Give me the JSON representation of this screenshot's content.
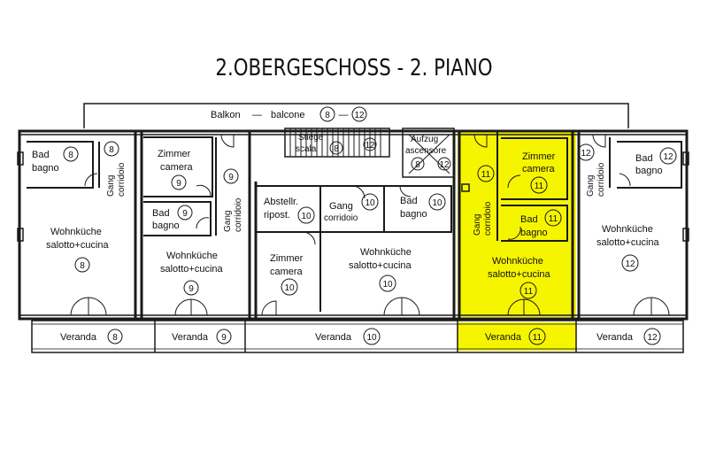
{
  "title": "2.OBERGESCHOSS - 2. PIANO",
  "colors": {
    "highlight": "#f6f500",
    "wall": "#1a1a1a",
    "background": "#ffffff"
  },
  "balcony": {
    "de": "Balkon",
    "dash": "—",
    "it": "balcone",
    "from": "8",
    "to": "12"
  },
  "stairs": {
    "de": "Stiege",
    "it": "scala",
    "from": "8",
    "to": "12"
  },
  "elevator": {
    "de": "Aufzug",
    "it": "ascensore",
    "from": "8",
    "to": "12"
  },
  "rooms": [
    {
      "id": "bad-8",
      "de": "Bad",
      "it": "bagno",
      "unit": "8"
    },
    {
      "id": "gang-8",
      "de": "Gang",
      "it": "corridoio",
      "unit": "8"
    },
    {
      "id": "wohn-8",
      "de": "Wohnküche",
      "it": "salotto+cucina",
      "unit": "8"
    },
    {
      "id": "zimmer-9",
      "de": "Zimmer",
      "it": "camera",
      "unit": "9"
    },
    {
      "id": "bad-9",
      "de": "Bad",
      "it": "bagno",
      "unit": "9"
    },
    {
      "id": "gang-9",
      "de": "Gang",
      "it": "corridoio",
      "unit": "9"
    },
    {
      "id": "wohn-9",
      "de": "Wohnküche",
      "it": "salotto+cucina",
      "unit": "9"
    },
    {
      "id": "abst-10",
      "de": "Abstellr.",
      "it": "ripost.",
      "unit": "10"
    },
    {
      "id": "gang-10",
      "de": "Gang",
      "it": "corridoio",
      "unit": "10"
    },
    {
      "id": "bad-10",
      "de": "Bad",
      "it": "bagno",
      "unit": "10"
    },
    {
      "id": "zimmer-10",
      "de": "Zimmer",
      "it": "camera",
      "unit": "10"
    },
    {
      "id": "wohn-10",
      "de": "Wohnküche",
      "it": "salotto+cucina",
      "unit": "10"
    },
    {
      "id": "gang-11",
      "de": "Gang",
      "it": "corridoio",
      "unit": "11"
    },
    {
      "id": "zimmer-11",
      "de": "Zimmer",
      "it": "camera",
      "unit": "11"
    },
    {
      "id": "bad-11",
      "de": "Bad",
      "it": "bagno",
      "unit": "11"
    },
    {
      "id": "wohn-11",
      "de": "Wohnküche",
      "it": "salotto+cucina",
      "unit": "11"
    },
    {
      "id": "bad-12",
      "de": "Bad",
      "it": "bagno",
      "unit": "12"
    },
    {
      "id": "gang-12",
      "de": "Gang",
      "it": "corridoio",
      "unit": "12"
    },
    {
      "id": "wohn-12",
      "de": "Wohnküche",
      "it": "salotto+cucina",
      "unit": "12"
    }
  ],
  "verandas": [
    {
      "label": "Veranda",
      "unit": "8"
    },
    {
      "label": "Veranda",
      "unit": "9"
    },
    {
      "label": "Veranda",
      "unit": "10"
    },
    {
      "label": "Veranda",
      "unit": "11"
    },
    {
      "label": "Veranda",
      "unit": "12"
    }
  ]
}
